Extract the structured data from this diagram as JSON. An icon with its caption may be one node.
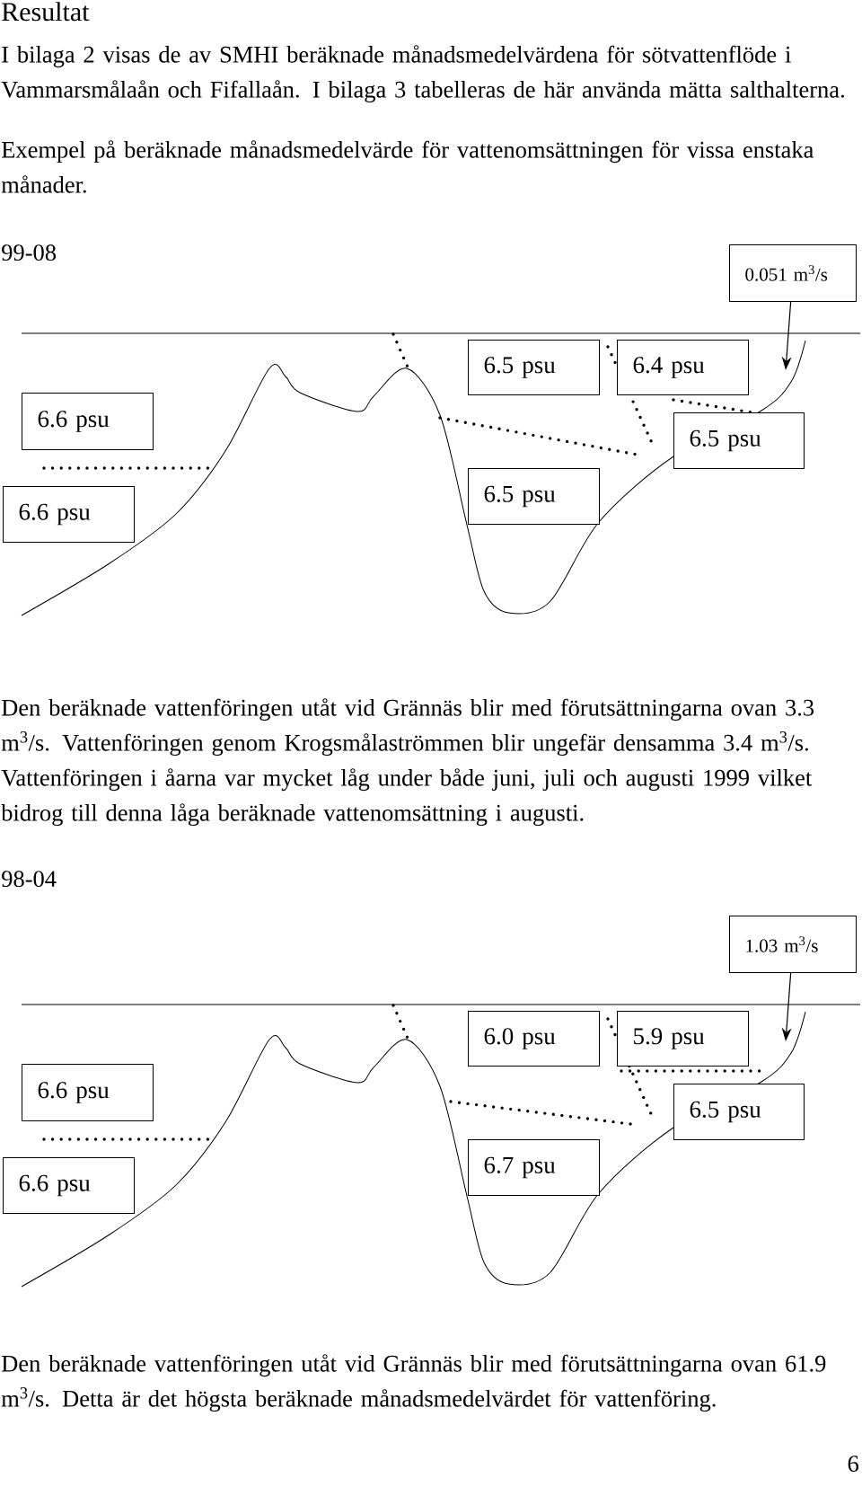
{
  "diagram": {
    "title": "Resultat",
    "nodes": [
      {
        "text": [
          "0.051 m$^{3}$/s"
        ]
      },
      {
        "text": [
          "6.5 psu"
        ]
      },
      {
        "text": [
          "6.4 psu"
        ]
      },
      {
        "text": [
          "6.6 psu"
        ]
      },
      {
        "text": [
          "6.5 psu"
        ]
      },
      {
        "text": [
          "6.6 psu"
        ]
      },
      {
        "text": [
          "6.5 psu"
        ]
      },
      {
        "text": [
          "1.03 m$^{3}$/s"
        ]
      },
      {
        "text": [
          "6.0 psu"
        ]
      },
      {
        "text": [
          "5.9 psu"
        ]
      },
      {
        "text": [
          "6.6 psu"
        ]
      },
      {
        "text": [
          "6.5 psu"
        ]
      },
      {
        "text": [
          "6.6 psu"
        ]
      },
      {
        "text": [
          "6.7 psu"
        ]
      }
    ],
    "edges": [
      {
        "from": 0,
        "to": null,
        "arrow": "to"
      },
      {
        "from": 7,
        "to": null,
        "arrow": "to"
      }
    ],
    "labels": [
      "I bilaga 2 visas de av SMHI beräknade månadsmedelvärdena för sötvattenflöde i Vammarsmålaån och Fifallaån. I bilaga 3 tabelleras de här använda mätta salthalterna.",
      "Exempel på beräknade månadsmedelvärde för vattenomsättningen för vissa enstaka månader.",
      "99-08",
      "Den beräknade vattenföringen utåt vid Grännäs blir med förutsättningarna ovan 3.3 m$^{3}$/s. Vattenföringen genom Krogsmålaströmmen blir ungefär densamma 3.4 m$^{3}$/s. Vattenföringen i åarna var mycket låg under både juni, juli och augusti 1999 vilket bidrog till denna låga beräknade vattenomsättning i augusti.",
      "98-04",
      "Den beräknade vattenföringen utåt vid Grännäs blir med förutsättningarna ovan 61.9 m$^{3}$/s. Detta är det högsta beräknade månadsmedelvärdet för vattenföring.",
      "6"
    ]
  }
}
